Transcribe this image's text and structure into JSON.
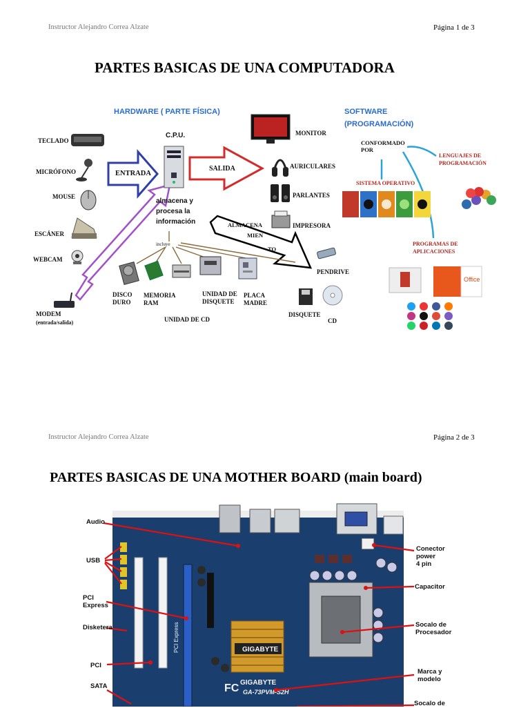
{
  "page1": {
    "header_left": "Instructor Alejandro Correa Alzate",
    "header_right": "Página 1 de 3",
    "title": "PARTES BASICAS DE UNA COMPUTADORA",
    "hardware_heading": "HARDWARE  ( PARTE FÍSICA)",
    "software_heading_1": "SOFTWARE",
    "software_heading_2": "(PROGRAMACIÓN)",
    "cpu": "C.P.U.",
    "entrada": "ENTRADA",
    "salida": "SALIDA",
    "almacena_proc": [
      "almacena y",
      "procesa la",
      "información"
    ],
    "incluye": "incluye",
    "almacena_arrow": [
      "ALMACENA",
      "MIEN",
      "TO"
    ],
    "inputs": [
      "TECLADO",
      "MICRÓFONO",
      "MOUSE",
      "ESCÁNER",
      "WEBCAM"
    ],
    "outputs": [
      "MONITOR",
      "AURICULARES",
      "PARLANTES",
      "IMPRESORA"
    ],
    "modem": "MODEM",
    "modem_sub": "(entrada/salida)",
    "storage": {
      "disco": [
        "DISCO",
        "DURO"
      ],
      "memoria": [
        "MEMORIA",
        "RAM"
      ],
      "unidad_cd": "UNIDAD DE CD",
      "disquete_unit": [
        "UNIDAD DE",
        "DISQUETE"
      ],
      "placa": [
        "PLACA",
        "MADRE"
      ]
    },
    "pendrive": "PENDRIVE",
    "disquete": "DISQUETE",
    "cd": "CD",
    "conformado": [
      "CONFORMADO",
      "POR"
    ],
    "lenguajes": [
      "LENGUAJES DE",
      "PROGRAMACIÓN"
    ],
    "sistema_operativo": "SISTEMA OPERATIVO",
    "programas": [
      "PROGRAMAS DE",
      "APLICACIONES"
    ],
    "office_text": "Office"
  },
  "page2": {
    "header_left": "Instructor Alejandro Correa Alzate",
    "header_right": "Página 2 de 3",
    "title_main": "PARTES BASICAS DE UNA MOTHER BOARD",
    "title_paren": " (main board)",
    "left_labels": [
      "Audio",
      "USB",
      "PCI",
      "Express",
      "Disketera",
      "PCI",
      "SATA"
    ],
    "right_labels": {
      "conector": [
        "Conector",
        "power",
        "4 pin"
      ],
      "capacitor": "Capacitor",
      "socalo": [
        "Socalo de",
        "Procesador"
      ],
      "marca": [
        "Marca y",
        "modelo"
      ],
      "socalo2": "Socalo de"
    },
    "board_text": {
      "gigabyte": "GIGABYTE",
      "model": "GA-73PVM-S2H",
      "fc": "FC",
      "brand2": "GIGABYTE",
      "pci_express": "PCI Express"
    }
  },
  "colors": {
    "entrada_arrow": "#2e3fa8",
    "salida_arrow": "#d42a2a",
    "modem_arrow": "#a150c8",
    "software_blue": "#2a6bd1",
    "annot_red": "#d11",
    "board_blue": "#1a3f6e"
  }
}
